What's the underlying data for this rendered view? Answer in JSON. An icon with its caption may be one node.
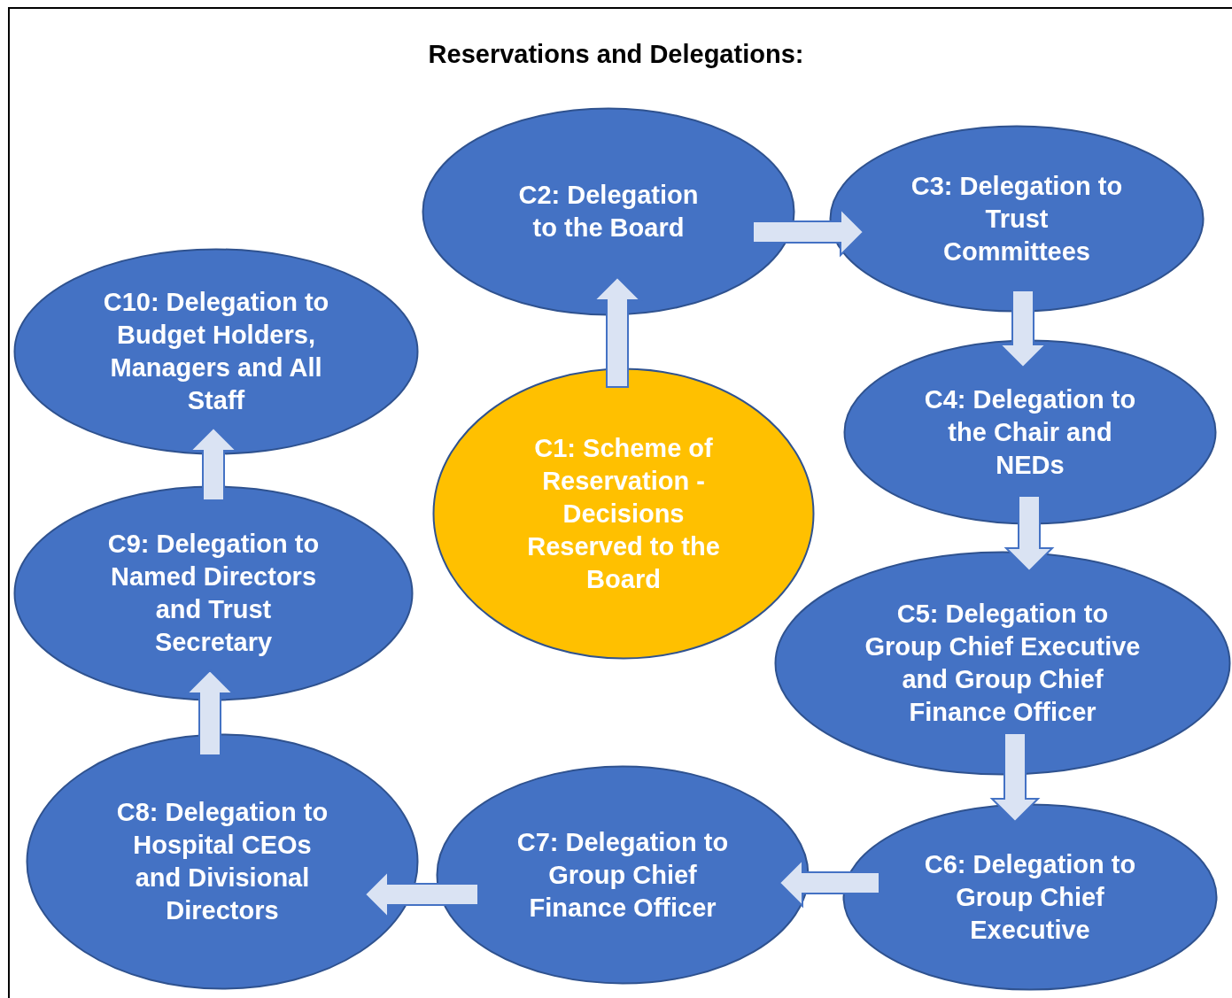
{
  "diagram": {
    "title": "Reservations and Delegations:",
    "nodes": [
      {
        "text": [
          "C1: Scheme of Reservation - Decisions Reserved to the Board"
        ]
      },
      {
        "text": [
          "C2: Delegation to the Board"
        ]
      },
      {
        "text": [
          "C3: Delegation to Trust Committees"
        ]
      },
      {
        "text": [
          "C4: Delegation to the Chair and NEDs"
        ]
      },
      {
        "text": [
          "C5: Delegation to Group Chief Executive and Group Chief Finance Officer"
        ]
      },
      {
        "text": [
          "C6: Delegation to Group Chief Executive"
        ]
      },
      {
        "text": [
          "C7: Delegation to Group Chief Finance Officer"
        ]
      },
      {
        "text": [
          "C8: Delegation to Hospital CEOs and Divisional Directors"
        ]
      },
      {
        "text": [
          "C9: Delegation to Named Directors and Trust Secretary"
        ]
      },
      {
        "text": [
          "C10: Delegation to Budget Holders, Managers and All Staff"
        ]
      }
    ],
    "edges": [
      {
        "from": 0,
        "to": 1,
        "arrow": "to"
      },
      {
        "from": 1,
        "to": 2,
        "arrow": "to"
      },
      {
        "from": 2,
        "to": 3,
        "arrow": "to"
      },
      {
        "from": 3,
        "to": 4,
        "arrow": "to"
      },
      {
        "from": 4,
        "to": 5,
        "arrow": "to"
      },
      {
        "from": 5,
        "to": 6,
        "arrow": "to"
      },
      {
        "from": 6,
        "to": 7,
        "arrow": "to"
      },
      {
        "from": 7,
        "to": 8,
        "arrow": "to"
      },
      {
        "from": 8,
        "to": 9,
        "arrow": "to"
      }
    ]
  }
}
